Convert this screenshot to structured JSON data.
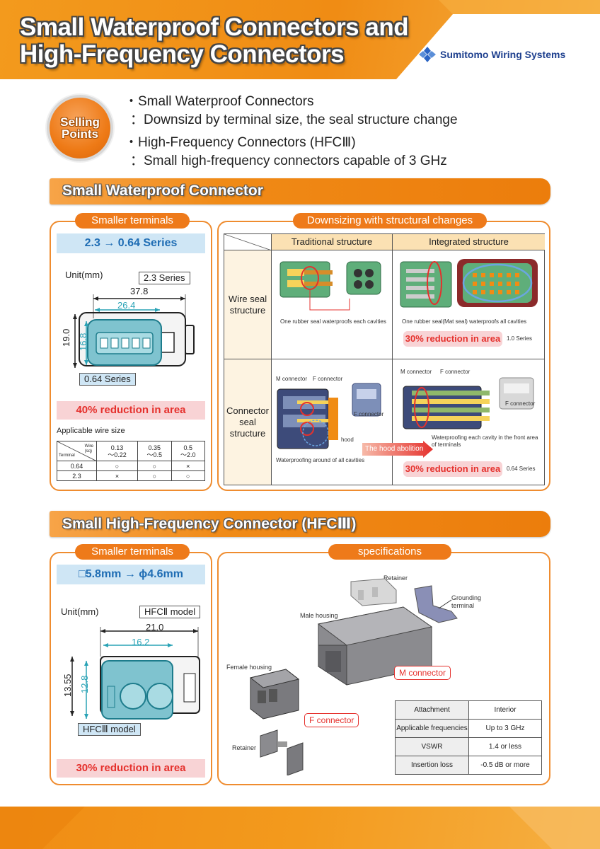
{
  "header": {
    "title_line1": "Small Waterproof Connectors and",
    "title_line2": "High-Frequency Connectors",
    "logo_text": "Sumitomo Wiring Systems",
    "accent_color": "#f08c14"
  },
  "selling_points": {
    "badge_line1": "Selling",
    "badge_line2": "Points",
    "item1_title": "・Small Waterproof Connectors",
    "item1_desc": "：Downsizd by terminal size, the seal structure change",
    "item2_title": "・High-Frequency Connectors (HFCⅢ)",
    "item2_desc": "：Small high-frequency connectors capable of 3 GHz"
  },
  "section1": {
    "banner": "Small Waterproof Connector",
    "left": {
      "tab": "Smaller terminals",
      "series_label": "2.3 → 0.64 Series",
      "unit": "Unit(mm)",
      "model_top": "2.3 Series",
      "dim_width_outer": "37.8",
      "dim_width_inner": "26.4",
      "dim_height_outer": "19.0",
      "dim_height_inner": "16.8",
      "model_bottom": "0.64 Series",
      "reduction": "40% reduction in area",
      "wire_size_title": "Applicable wire size",
      "wire_table": {
        "corner_wire": "Wire",
        "corner_seal": "(sq)",
        "corner_terminal": "Terminal",
        "columns": [
          "0.13\n〜0.22",
          "0.35\n〜0.5",
          "0.5\n〜2.0"
        ],
        "rows": [
          {
            "terminal": "0.64",
            "cells": [
              "○",
              "○",
              "×"
            ]
          },
          {
            "terminal": "2.3",
            "cells": [
              "×",
              "○",
              "○"
            ]
          }
        ]
      }
    },
    "right": {
      "tab": "Downsizing with structural changes",
      "col_traditional": "Traditional structure",
      "col_integrated": "Integrated structure",
      "row1": "Wire seal\nstructure",
      "row2": "Connector\nseal\nstructure",
      "r1_trad_caption": "One rubber seal waterproofs each cavities",
      "r1_int_caption": "One rubber seal(Mat seal) waterproofs all cavities",
      "r1_reduction": "30% reduction in area",
      "r1_series": "1.0 Series",
      "r2_m_connector": "M connector",
      "r2_f_connector": "F connector",
      "r2_f_connector_side": "F connector",
      "r2_hood": "hood",
      "r2_trad_caption": "Waterproofing around of all cavities",
      "r2_int_m": "M connector",
      "r2_int_f": "F connector",
      "r2_int_f_side": "F connector",
      "r2_int_caption_1": "Waterproofing each cavity in the front area",
      "r2_int_caption_2": "of terminals",
      "r2_arrow": "The hood abolition",
      "r2_reduction": "30% reduction in area",
      "r2_series": "0.64 Series"
    }
  },
  "section2": {
    "banner": "Small High-Frequency Connector (HFCⅢ)",
    "left": {
      "tab": "Smaller terminals",
      "series_label": "□5.8mm → ϕ4.6mm",
      "unit": "Unit(mm)",
      "model_top": "HFCⅡ model",
      "dim_width_outer": "21.0",
      "dim_width_inner": "16.2",
      "dim_height_outer": "13.55",
      "dim_height_inner": "12.8",
      "model_bottom": "HFCⅢ model",
      "reduction": "30% reduction in area"
    },
    "right": {
      "tab": "specifications",
      "retainer_top": "Retainer",
      "grounding_1": "Grounding",
      "grounding_2": "terminal",
      "male_housing": "Male housing",
      "female_housing": "Female housing",
      "m_connector": "M connector",
      "f_connector": "F connector",
      "retainer_bottom": "Retainer",
      "specs": [
        {
          "key": "Attachment",
          "value": "Interior"
        },
        {
          "key": "Applicable frequencies",
          "value": "Up to 3 GHz"
        },
        {
          "key": "VSWR",
          "value": "1.4 or less"
        },
        {
          "key": "Insertion loss",
          "value": "-0.5 dB or more"
        }
      ]
    }
  }
}
